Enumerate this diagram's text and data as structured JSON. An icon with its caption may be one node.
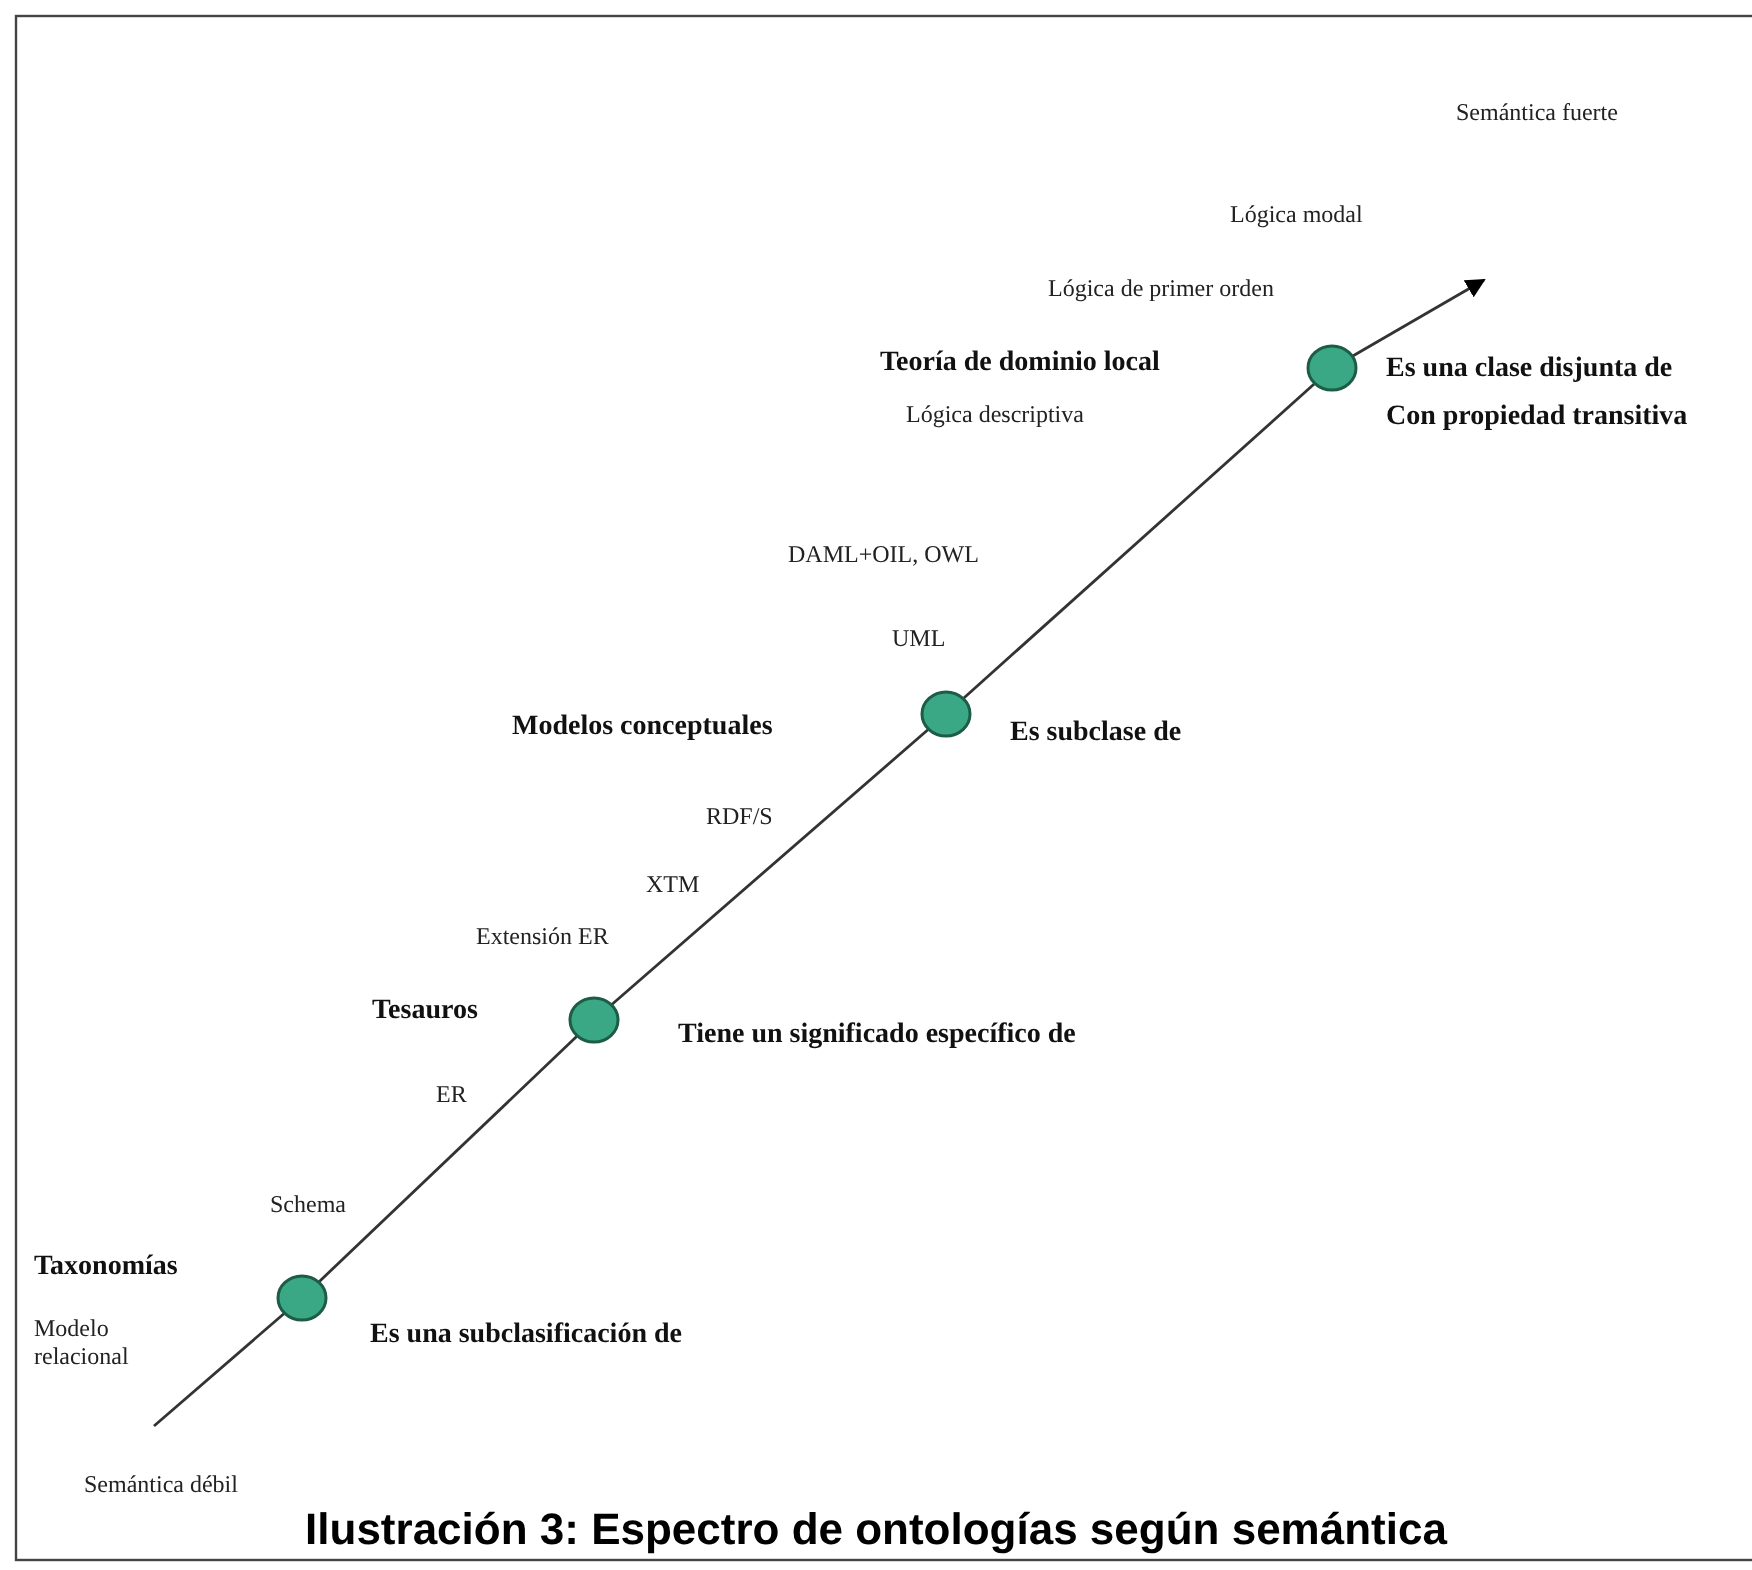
{
  "diagram": {
    "caption": "Ilustración 3: Espectro de ontologías según semántica",
    "nodes": [
      {
        "text": [],
        "shape": "circle",
        "beside": [
          "Es una subclasificación de"
        ]
      },
      {
        "text": [],
        "shape": "circle",
        "beside": [
          "Tiene un significado específico de"
        ]
      },
      {
        "text": [],
        "shape": "circle",
        "beside": [
          "Es subclase de"
        ]
      },
      {
        "text": [],
        "shape": "circle",
        "beside": [
          "Es una clase disjunta de",
          "Con propiedad transitiva"
        ]
      }
    ],
    "edges": [
      {
        "from": null,
        "to": 0,
        "arrow": "none"
      },
      {
        "from": 0,
        "to": 1,
        "arrow": "none"
      },
      {
        "from": 1,
        "to": 2,
        "arrow": "none"
      },
      {
        "from": 2,
        "to": 3,
        "arrow": "none"
      },
      {
        "from": 3,
        "to": null,
        "arrow": "to"
      }
    ],
    "labels": [
      "Semántica fuerte",
      "Lógica modal",
      "Lógica de primer orden",
      "Teoría de dominio local",
      "Lógica descriptiva",
      "DAML+OIL, OWL",
      "UML",
      "Modelos conceptuales",
      "RDF/S",
      "XTM",
      "Extensión ER",
      "Tesauros",
      "ER",
      "Schema",
      "Taxonomías",
      "Modelo relacional",
      "Semántica débil"
    ]
  }
}
